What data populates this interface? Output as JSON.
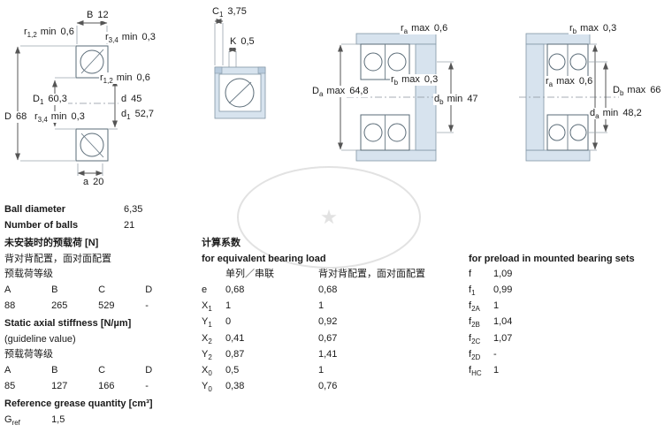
{
  "diagram1": {
    "B": {
      "sym": "B",
      "val": "12"
    },
    "r12_top": {
      "sym": "r",
      "sub": "1,2",
      "mid": "min",
      "val": "0,6"
    },
    "r34_top": {
      "sym": "r",
      "sub": "3,4",
      "mid": "min",
      "val": "0,3"
    },
    "r12_right": {
      "sym": "r",
      "sub": "1,2",
      "mid": "min",
      "val": "0,6"
    },
    "D1": {
      "sym": "D",
      "sub": "1",
      "val": "60,3"
    },
    "d": {
      "sym": "d",
      "val": "45"
    },
    "D": {
      "sym": "D",
      "val": "68"
    },
    "r34_left": {
      "sym": "r",
      "sub": "3,4",
      "mid": "min",
      "val": "0,3"
    },
    "d1": {
      "sym": "d",
      "sub": "1",
      "val": "52,7"
    },
    "a": {
      "sym": "a",
      "val": "20"
    }
  },
  "diagram2": {
    "C1": {
      "sym": "C",
      "sub": "1",
      "val": "3,75"
    },
    "K": {
      "sym": "K",
      "val": "0,5"
    }
  },
  "diagram3": {
    "ra": {
      "sym": "r",
      "sub": "a",
      "mid": "max",
      "val": "0,6"
    },
    "Da": {
      "sym": "D",
      "sub": "a",
      "mid": "max",
      "val": "64,8"
    },
    "rb": {
      "sym": "r",
      "sub": "b",
      "mid": "max",
      "val": "0,3"
    },
    "db": {
      "sym": "d",
      "sub": "b",
      "mid": "min",
      "val": "47"
    }
  },
  "diagram4": {
    "rb": {
      "sym": "r",
      "sub": "b",
      "mid": "max",
      "val": "0,3"
    },
    "ra": {
      "sym": "r",
      "sub": "a",
      "mid": "max",
      "val": "0,6"
    },
    "Db": {
      "sym": "D",
      "sub": "b",
      "mid": "max",
      "val": "66"
    },
    "da": {
      "sym": "d",
      "sub": "a",
      "mid": "min",
      "val": "48,2"
    }
  },
  "specs": {
    "ball_diameter_label": "Ball diameter",
    "ball_diameter_value": "6,35",
    "number_of_balls_label": "Number of balls",
    "number_of_balls_value": "21",
    "preload_title": "未安装时的预载荷 [N]",
    "preload_subtitle": "背对背配置，面对面配置",
    "preload_class_label": "预载荷等级",
    "preload_headers": [
      "A",
      "B",
      "C",
      "D"
    ],
    "preload_values": [
      "88",
      "265",
      "529",
      "-"
    ],
    "stiffness_title": "Static axial stiffness [N/µm]",
    "stiffness_subtitle": "(guideline value)",
    "stiffness_class_label": "预载荷等级",
    "stiffness_headers": [
      "A",
      "B",
      "C",
      "D"
    ],
    "stiffness_values": [
      "85",
      "127",
      "166",
      "-"
    ],
    "grease_title": "Reference grease quantity [cm³]",
    "grease_sym": "G",
    "grease_sub": "ref",
    "grease_value": "1,5"
  },
  "factors": {
    "title": "计算系数",
    "subtitle": "for equivalent bearing load",
    "col1_header": "单列／串联",
    "col2_header": "背对背配置，面对面配置",
    "rows": [
      {
        "sym": "e",
        "sub": "",
        "v1": "0,68",
        "v2": "0,68"
      },
      {
        "sym": "X",
        "sub": "1",
        "v1": "1",
        "v2": "1"
      },
      {
        "sym": "Y",
        "sub": "1",
        "v1": "0",
        "v2": "0,92"
      },
      {
        "sym": "X",
        "sub": "2",
        "v1": "0,41",
        "v2": "0,67"
      },
      {
        "sym": "Y",
        "sub": "2",
        "v1": "0,87",
        "v2": "1,41"
      },
      {
        "sym": "X",
        "sub": "0",
        "v1": "0,5",
        "v2": "1"
      },
      {
        "sym": "Y",
        "sub": "0",
        "v1": "0,38",
        "v2": "0,76"
      }
    ]
  },
  "preload_factors": {
    "title": "for preload in mounted bearing sets",
    "rows": [
      {
        "sym": "f",
        "sub": "",
        "v": "1,09"
      },
      {
        "sym": "f",
        "sub": "1",
        "v": "0,99"
      },
      {
        "sym": "f",
        "sub": "2A",
        "v": "1"
      },
      {
        "sym": "f",
        "sub": "2B",
        "v": "1,04"
      },
      {
        "sym": "f",
        "sub": "2C",
        "v": "1,07"
      },
      {
        "sym": "f",
        "sub": "2D",
        "v": "-"
      },
      {
        "sym": "f",
        "sub": "HC",
        "v": "1"
      }
    ]
  }
}
